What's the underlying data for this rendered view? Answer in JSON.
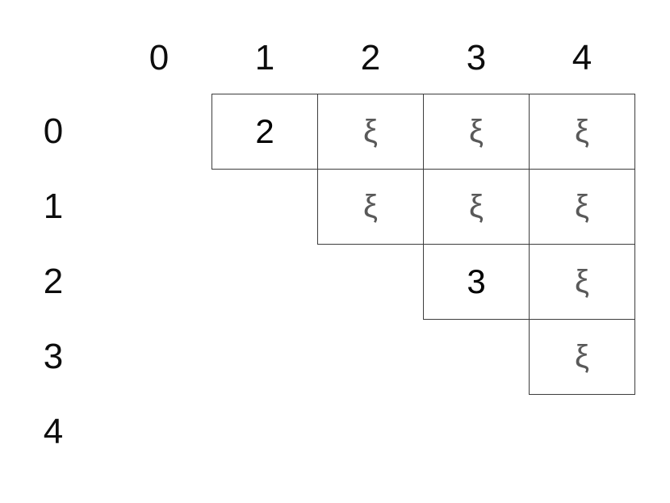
{
  "grid": {
    "description": "triangular chart table with row and column indices 0-4; cells above the diagonal contain either a number or the symbol xi",
    "col_headers": [
      "0",
      "1",
      "2",
      "3",
      "4"
    ],
    "row_headers": [
      "0",
      "1",
      "2",
      "3",
      "4"
    ],
    "cells": [
      {
        "row": 0,
        "col": 1,
        "value": "2",
        "kind": "number"
      },
      {
        "row": 0,
        "col": 2,
        "value": "ξ",
        "kind": "xi"
      },
      {
        "row": 0,
        "col": 3,
        "value": "ξ",
        "kind": "xi"
      },
      {
        "row": 0,
        "col": 4,
        "value": "ξ",
        "kind": "xi"
      },
      {
        "row": 1,
        "col": 2,
        "value": "ξ",
        "kind": "xi"
      },
      {
        "row": 1,
        "col": 3,
        "value": "ξ",
        "kind": "xi"
      },
      {
        "row": 1,
        "col": 4,
        "value": "ξ",
        "kind": "xi"
      },
      {
        "row": 2,
        "col": 3,
        "value": "3",
        "kind": "number"
      },
      {
        "row": 2,
        "col": 4,
        "value": "ξ",
        "kind": "xi"
      },
      {
        "row": 3,
        "col": 4,
        "value": "ξ",
        "kind": "xi"
      }
    ],
    "colors": {
      "number_text": "#000000",
      "xi_text": "#595959",
      "grid_line": "#3d3d3d",
      "background": "#ffffff"
    }
  }
}
